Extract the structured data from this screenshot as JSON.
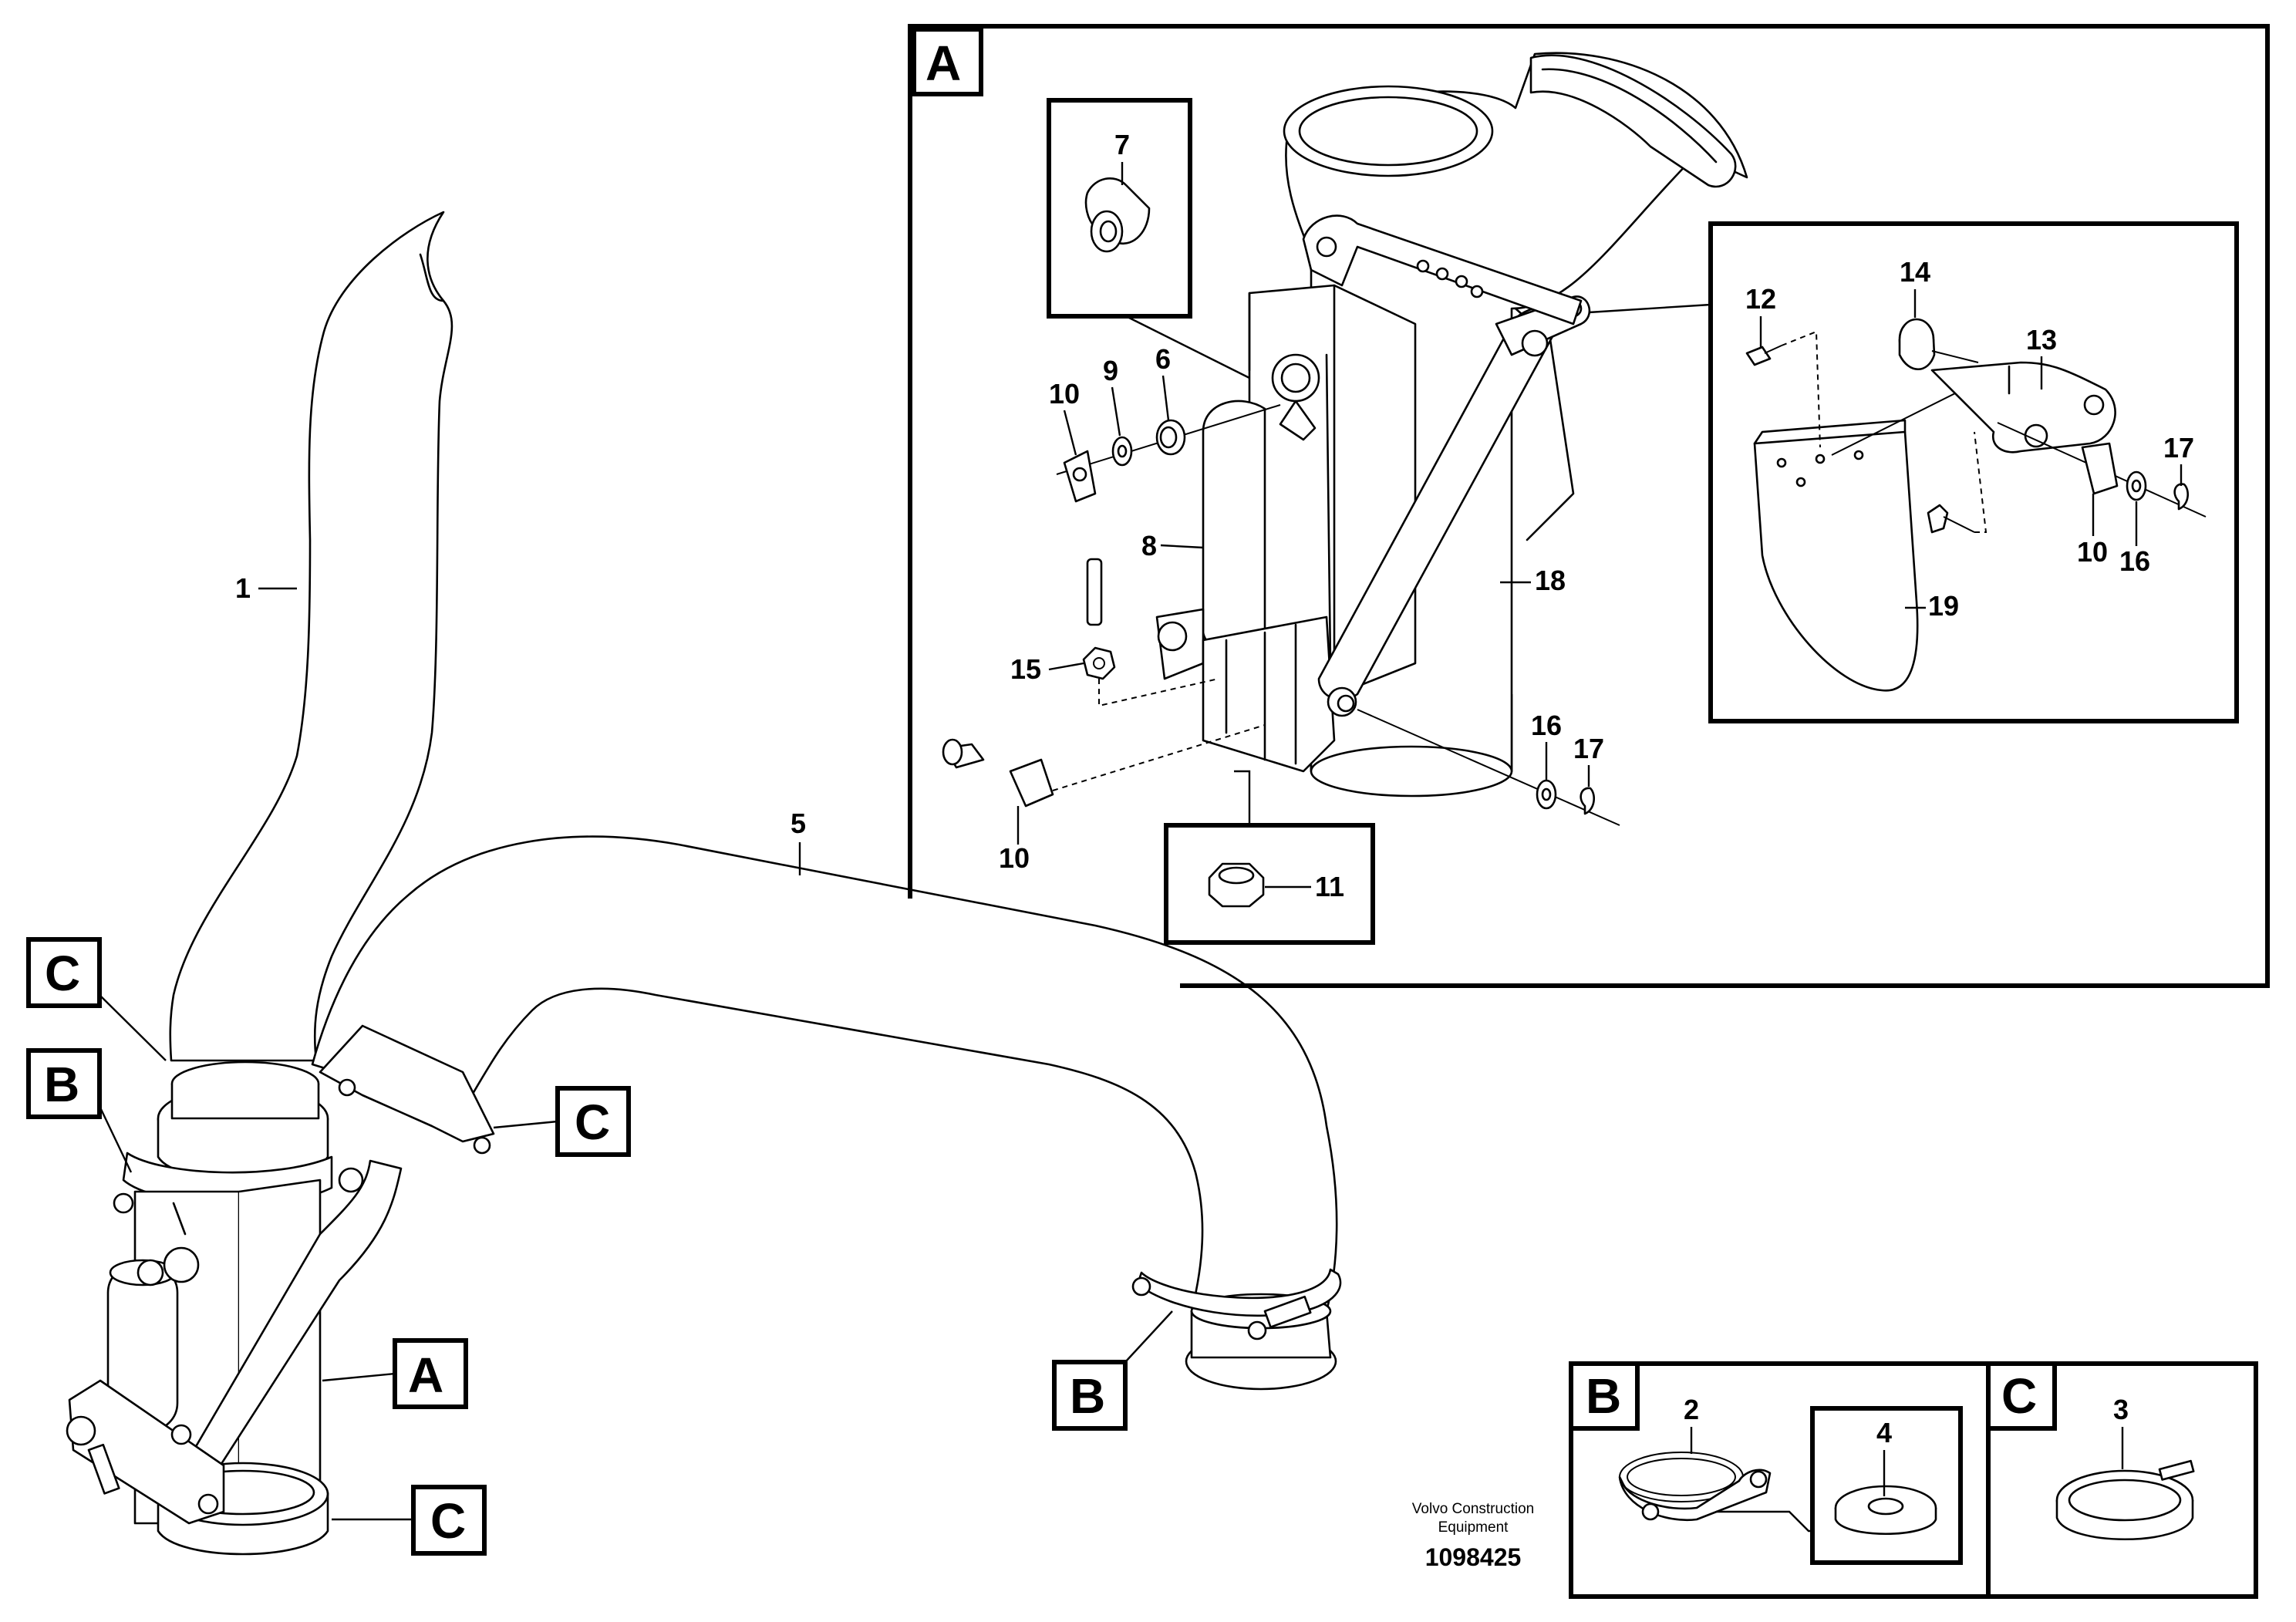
{
  "section_letters": {
    "a": "A",
    "b": "B",
    "c": "C"
  },
  "callouts": {
    "p1": "1",
    "p2": "2",
    "p3": "3",
    "p4": "4",
    "p5": "5",
    "p6": "6",
    "p7": "7",
    "p8": "8",
    "p9": "9",
    "p10": "10",
    "p11": "11",
    "p12": "12",
    "p13": "13",
    "p14": "14",
    "p15": "15",
    "p16": "16",
    "p17": "17",
    "p18": "18",
    "p19": "19"
  },
  "footer": {
    "brand_line1": "Volvo Construction",
    "brand_line2": "Equipment",
    "drawing_number": "1098425"
  }
}
